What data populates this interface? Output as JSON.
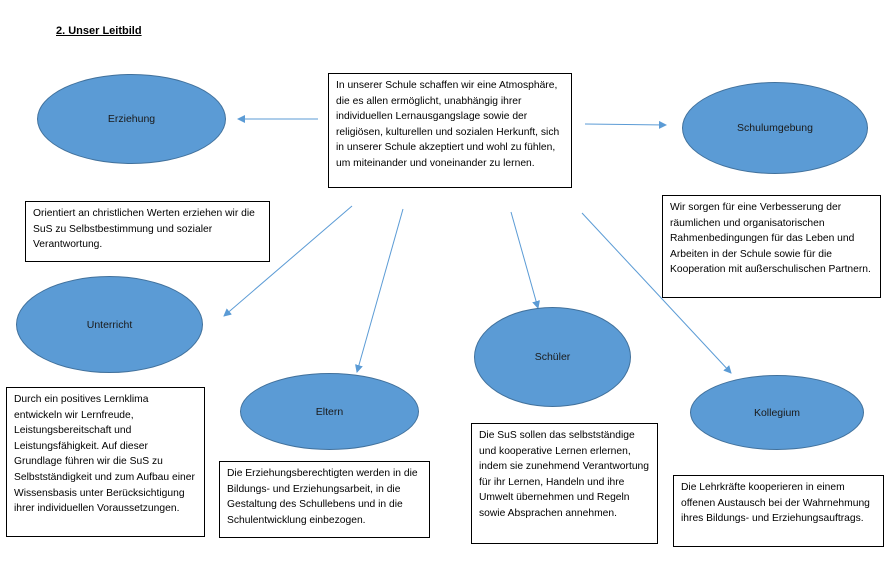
{
  "title": "2. Unser Leitbild",
  "center_text": "In unserer Schule schaffen wir eine Atmosphäre, die es allen ermöglicht, unabhängig ihrer individuellen Lernausgangslage sowie der religiösen, kulturellen und sozialen Herkunft, sich in unserer Schule akzeptiert und wohl zu fühlen, um miteinander und voneinander zu lernen.",
  "nodes": {
    "erziehung": {
      "label": "Erziehung",
      "text": "Orientiert an christlichen Werten erziehen wir die SuS zu Selbstbestimmung und sozialer Verantwortung."
    },
    "schulumgebung": {
      "label": "Schulumgebung",
      "text": "Wir sorgen für eine Verbesserung der räumlichen und organisatorischen Rahmenbedingungen für das Leben und Arbeiten in der Schule sowie für die Kooperation mit außerschulischen Partnern."
    },
    "unterricht": {
      "label": "Unterricht",
      "text": "Durch ein positives Lernklima entwickeln wir Lernfreude, Leistungsbereitschaft und Leistungsfähigkeit. Auf dieser Grundlage führen wir die SuS zu Selbstständigkeit und zum Aufbau einer Wissensbasis unter Berücksichtigung ihrer individuellen Voraussetzungen."
    },
    "eltern": {
      "label": "Eltern",
      "text": "Die Erziehungsberechtigten werden in die Bildungs- und Erziehungsarbeit, in die Gestaltung des Schullebens und in die Schulentwicklung einbezogen."
    },
    "schueler": {
      "label": "Schüler",
      "text": "Die SuS sollen das selbstständige und kooperative Lernen erlernen, indem sie zunehmend Verantwortung für ihr Lernen, Handeln und ihre Umwelt übernehmen und Regeln sowie Absprachen annehmen."
    },
    "kollegium": {
      "label": "Kollegium",
      "text": "Die Lehrkräfte kooperieren in einem offenen Austausch bei der Wahrnehmung ihres Bildungs- und Erziehungsauftrags."
    }
  },
  "colors": {
    "ellipse_fill": "#5b9bd5",
    "ellipse_border": "#41719c",
    "arrow": "#5b9bd5"
  }
}
